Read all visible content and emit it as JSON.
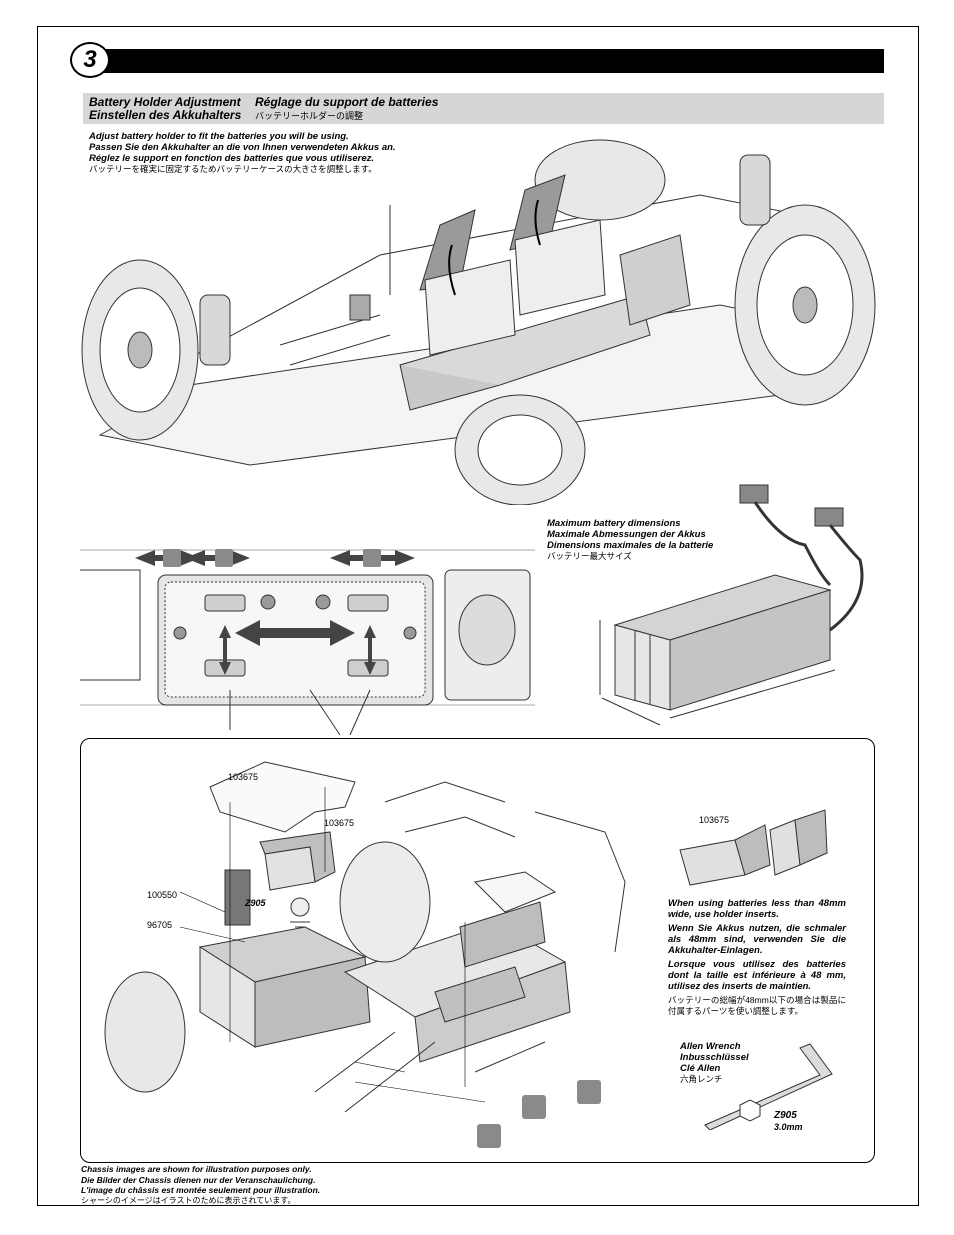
{
  "step": {
    "number": "3"
  },
  "section_title": {
    "en": "Battery Holder Adjustment",
    "de": "Einstellen des Akkuhalters",
    "fr": "Réglage du support de batteries",
    "jp": "バッテリーホルダーの調整"
  },
  "instruction": {
    "en": "Adjust battery holder to fit the batteries you will be using.",
    "de": "Passen Sie den Akkuhalter an die von Ihnen verwendeten Akkus an.",
    "fr": "Réglez le support en fonction des batteries que vous utiliserez.",
    "jp": "バッテリーを確実に固定するためバッテリーケースの大きさを調整します。"
  },
  "max_battery": {
    "en": "Maximum battery dimensions",
    "de": "Maximale Abmessungen der Akkus",
    "fr": "Dimensions maximales de la batterie",
    "jp": "バッテリー最大サイズ"
  },
  "parts": {
    "insert_a": "103675",
    "insert_b": "103675",
    "screw_a": "100550",
    "screw_b": "96705",
    "tool_code": "Z905",
    "detail_insert": "103675"
  },
  "insert_note": {
    "en": "When using batteries less than 48mm wide, use holder inserts.",
    "de": "Wenn Sie Akkus nutzen, die schmaler als 48mm sind, verwenden Sie die Akkuhalter-Einlagen.",
    "fr": "Lorsque vous utilisez des batteries dont la taille est inférieure à 48 mm, utilisez des inserts de maintien.",
    "jp": "バッテリーの総幅が48mm以下の場合は製品に付属するパーツを使い調整します。"
  },
  "tool": {
    "en": "Allen Wrench",
    "de": "Inbusschlüssel",
    "fr": "Clé Allen",
    "jp": "六角レンチ",
    "code": "Z905",
    "size": "3.0mm"
  },
  "footer": {
    "en": "Chassis images are shown for illustration purposes only.",
    "de": "Die Bilder der Chassis dienen nur der  Veranschaulichung.",
    "fr": "L'image du châssis est montée seulement pour illustration.",
    "jp": "シャーシのイメージはイラストのために表示されています。"
  }
}
